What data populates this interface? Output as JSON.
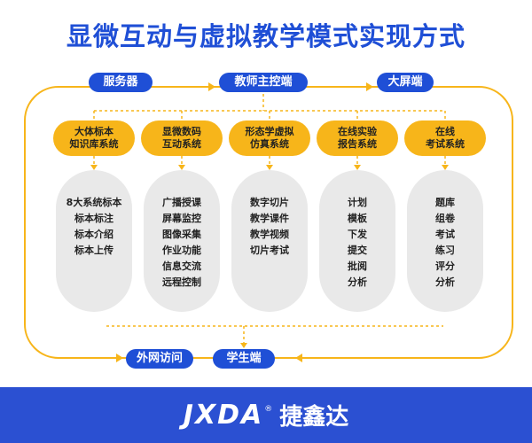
{
  "title": "显微互动与虚拟教学模式实现方式",
  "top_nodes": [
    "服务器",
    "教师主控端",
    "大屏端"
  ],
  "bottom_nodes": [
    "外网访问",
    "学生端"
  ],
  "systems": [
    {
      "title": [
        "大体标本",
        "知识库系统"
      ],
      "items": [
        "8大系统标本",
        "标本标注",
        "标本介绍",
        "标本上传"
      ]
    },
    {
      "title": [
        "显微数码",
        "互动系统"
      ],
      "items": [
        "广播授课",
        "屏幕监控",
        "图像采集",
        "作业功能",
        "信息交流",
        "远程控制"
      ]
    },
    {
      "title": [
        "形态学虚拟",
        "仿真系统"
      ],
      "items": [
        "数字切片",
        "教学课件",
        "教学视频",
        "切片考试"
      ]
    },
    {
      "title": [
        "在线实验",
        "报告系统"
      ],
      "items": [
        "计划",
        "模板",
        "下发",
        "提交",
        "批阅",
        "分析"
      ]
    },
    {
      "title": [
        "在线",
        "考试系统"
      ],
      "items": [
        "题库",
        "组卷",
        "考试",
        "练习",
        "评分",
        "分析"
      ]
    }
  ],
  "footer": {
    "logo_en": "JXDA",
    "logo_reg": "®",
    "logo_cn": "捷鑫达"
  },
  "colors": {
    "accent_blue": "#1f4fd6",
    "yellow": "#f7b51a",
    "gray_box": "#e9e9e9",
    "footer_blue": "#2b50d2"
  }
}
